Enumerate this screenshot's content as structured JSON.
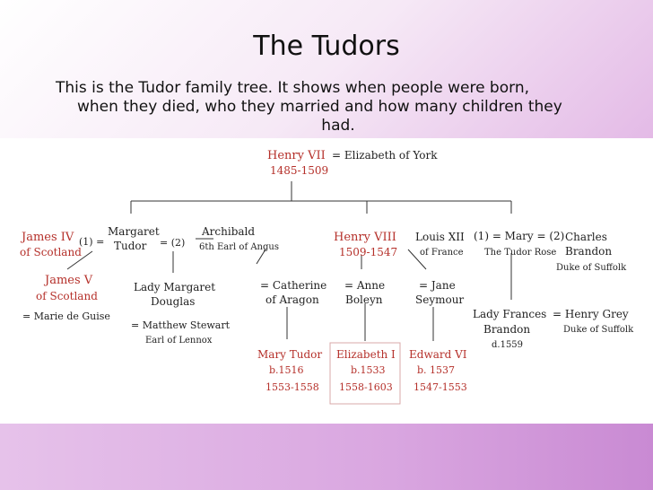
{
  "title": "The Tudors",
  "intro": {
    "line1": "This is the Tudor family tree.  It shows when people were born,",
    "line2": "when they died, who they married and how many children they",
    "line3": "had."
  },
  "tree": {
    "henry_vii_name": "Henry VII",
    "henry_vii_dates": "1485-1509",
    "elizabeth_of_york": "= Elizabeth of York",
    "james_iv_name": "James IV",
    "james_iv_title": "of Scotland",
    "james_iv_marker": "(1) =",
    "margaret_name": "Margaret",
    "margaret_name2": "Tudor",
    "margaret_marker": "= (2)",
    "archibald_name": "Archibald",
    "archibald_title": "6th Earl of Angus",
    "henry_viii_name": "Henry VIII",
    "henry_viii_dates": "1509-1547",
    "louis_name": "Louis XII",
    "louis_title": "of France",
    "mary_line": "(1) = Mary  = (2)",
    "mary_title": "The Tudor Rose",
    "charles_name": "Charles",
    "charles_name2": "Brandon",
    "charles_title": "Duke of Suffolk",
    "james_v_name": "James V",
    "james_v_title": "of Scotland",
    "marie_de_guise": "= Marie de Guise",
    "lady_margaret_name": "Lady Margaret",
    "lady_margaret_name2": "Douglas",
    "matthew_stewart": "= Matthew Stewart",
    "matthew_title": "Earl of Lennox",
    "catherine_name": "= Catherine",
    "catherine_title": "of Aragon",
    "anne_name": "= Anne",
    "anne_name2": "Boleyn",
    "jane_name": "= Jane",
    "jane_name2": "Seymour",
    "lady_frances_name": "Lady Frances",
    "lady_frances_name2": "Brandon",
    "lady_frances_born": "d.1559",
    "henry_grey_name": "= Henry Grey",
    "henry_grey_title": "Duke of Suffolk",
    "mary_tudor_name": "Mary Tudor",
    "mary_tudor_born": "b.1516",
    "mary_tudor_reign": "1553-1558",
    "elizabeth_i_name": "Elizabeth I",
    "elizabeth_i_born": "b.1533",
    "elizabeth_i_reign": "1558-1603",
    "edward_vi_name": "Edward VI",
    "edward_vi_born": "b. 1537",
    "edward_vi_reign": "1547-1553"
  },
  "colors": {
    "royal_red": "#b5302a",
    "text": "#222222"
  }
}
